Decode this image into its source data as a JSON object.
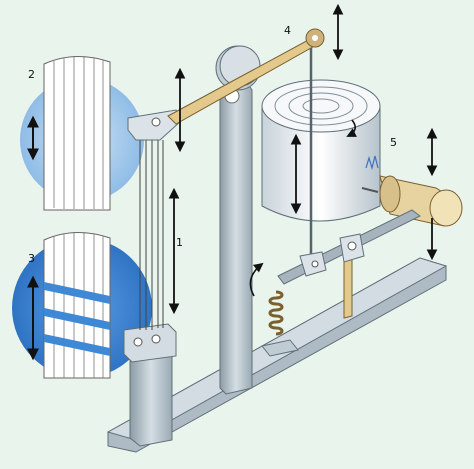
{
  "labels": [
    "1",
    "2",
    "3",
    "4",
    "5"
  ],
  "colors": {
    "background": "#e9f4ec",
    "metal": "#b9c6ce",
    "metal_dark": "#7f8f99",
    "metal_light": "#dde6eb",
    "blue_circle": "#3f88d6",
    "blue_light": "#a9cdec",
    "brass": "#e2c98e",
    "arrow": "#111111"
  }
}
